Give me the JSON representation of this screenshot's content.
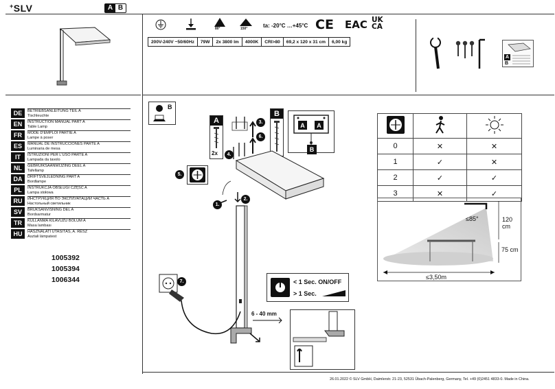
{
  "header": {
    "brand": "SLV",
    "badge_a": "A",
    "badge_b": "B"
  },
  "spec_icons": {
    "angle_80": "80°",
    "angle_150": "150°",
    "temp_range": "ta: -20°C …+45°C",
    "ce": "CE",
    "eac": "EAC",
    "ukca_top": "UK",
    "ukca_bottom": "CA"
  },
  "spec_table": [
    "200V-240V ~50/60Hz",
    "79W",
    "2x 3800 lm",
    "4000K",
    "CRI>80",
    "69,2 x 120 x 31 cm",
    "6,00 kg"
  ],
  "languages": [
    {
      "code": "DE",
      "title": "BETRIEBSANLEITUNG TEIL A",
      "sub": "Tischleuchte"
    },
    {
      "code": "EN",
      "title": "INSTRUCTION MANUAL PART A",
      "sub": "Table Lamp"
    },
    {
      "code": "FR",
      "title": "MODE D'EMPLOI PARTIE A",
      "sub": "Lampe à poser"
    },
    {
      "code": "ES",
      "title": "MANUAL DE INSTRUCCIONES PARTE A",
      "sub": "Luminaria de mesa"
    },
    {
      "code": "IT",
      "title": "ISTRUZIONI PER L'USO PARTE A",
      "sub": "Lampada da tavolo"
    },
    {
      "code": "NL",
      "title": "GEBRUIKSAANWIJZING DEEL A",
      "sub": "Tafellamp"
    },
    {
      "code": "DA",
      "title": "DRIFTSVEJLEDNING PART A",
      "sub": "Bordlampe"
    },
    {
      "code": "PL",
      "title": "INSTRUKCJA OBSŁUGI CZĘŚĆ A",
      "sub": "Lampa stołowa"
    },
    {
      "code": "RU",
      "title": "ИНСТРУКЦИЯ ПО ЭКСПЛУАТАЦИИ ЧАСТЬ А",
      "sub": "Настольный светильник"
    },
    {
      "code": "SV",
      "title": "BRUKSANVISNING DEL A",
      "sub": "Bordsarmatur"
    },
    {
      "code": "TR",
      "title": "KULLANMA KILAVUZU BÖLÜM A",
      "sub": "Masa lambası"
    },
    {
      "code": "HU",
      "title": "HASZNÁLATI UTASÍTÁS, A. RÉSZ",
      "sub": "Asztali lámpatest"
    }
  ],
  "article_numbers": [
    "1005392",
    "1005394",
    "1006344"
  ],
  "assembly": {
    "box_a": "A",
    "box_b": "B",
    "qty": "2x",
    "steps": [
      "1.",
      "2.",
      "3.",
      "4.",
      "5.",
      "6.",
      "7."
    ],
    "detail_a1": "A",
    "detail_a2": "A",
    "detail_b": "B",
    "manual_b": "B",
    "on_off": "< 1 Sec. ON/OFF",
    "dim": "> 1 Sec.",
    "clamp_range": "6 - 40 mm"
  },
  "tools": {
    "tray_a": "A",
    "tray_b": "B"
  },
  "sensor_table": {
    "rows": [
      {
        "setting": "0",
        "motion": "✕",
        "daylight": "✕"
      },
      {
        "setting": "1",
        "motion": "✓",
        "daylight": "✕"
      },
      {
        "setting": "2",
        "motion": "✓",
        "daylight": "✓"
      },
      {
        "setting": "3",
        "motion": "✕",
        "daylight": "✓"
      }
    ]
  },
  "detection": {
    "angle": "≤85°",
    "height_lamp": "120",
    "height_lamp_unit": "cm",
    "height_table": "75 cm",
    "radius": "≤3,50m"
  },
  "footer": "26.01.2022  © SLV GmbH, Daimlerstr. 21-23, 52531 Übach-Palenberg, Germany, Tel. +49 (0)2451 4833-0. Made in China."
}
